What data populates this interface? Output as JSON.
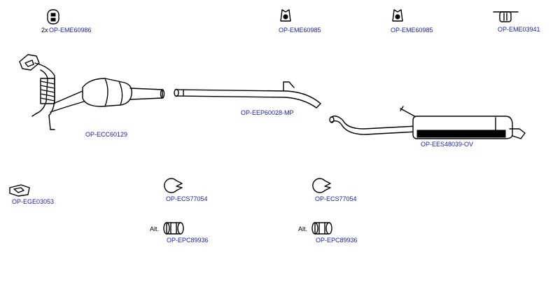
{
  "parts": {
    "hanger_1": {
      "qty": "2x",
      "code": "OP-EME60986"
    },
    "hanger_2": {
      "code": "OP-EME60985"
    },
    "hanger_3": {
      "code": "OP-EME60985"
    },
    "hanger_4": {
      "code": "OP-EME03941"
    },
    "catalytic_converter": {
      "code": "OP-ECC60129"
    },
    "intermediate_pipe": {
      "code": "OP-EEP60028-MP"
    },
    "rear_silencer": {
      "code": "OP-EES48039-OV"
    },
    "gasket": {
      "code": "OP-EGE03053"
    },
    "clamp_1": {
      "code": "OP-ECS77054"
    },
    "clamp_2": {
      "code": "OP-ECS77054"
    },
    "pipe_connector_1": {
      "alt": "Alt.",
      "code": "OP-EPC89936"
    },
    "pipe_connector_2": {
      "alt": "Alt.",
      "code": "OP-EPC89936"
    }
  }
}
